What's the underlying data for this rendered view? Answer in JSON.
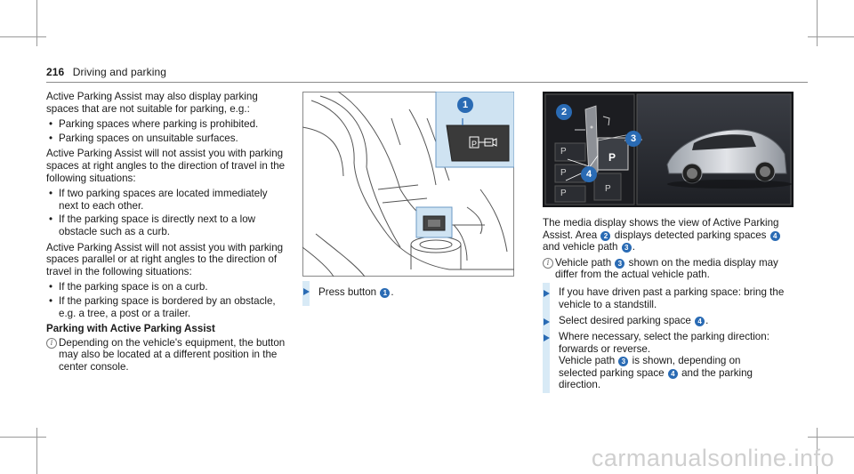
{
  "header": {
    "page_number": "216",
    "section": "Driving and parking"
  },
  "left": {
    "p1": "Active Parking Assist may also display parking spaces that are not suitable for parking, e.g.:",
    "list1": [
      "Parking spaces where parking is prohibited.",
      "Parking spaces on unsuitable surfaces."
    ],
    "p2": "Active Parking Assist will not assist you with parking spaces at right angles to the direction of travel in the following situations:",
    "list2": [
      "If two parking spaces are located immediately next to each other.",
      "If the parking space is directly next to a low obstacle such as a curb."
    ],
    "p3": "Active Parking Assist will not assist you with parking spaces parallel or at right angles to the direction of travel in the following situations:",
    "list3": [
      "If the parking space is on a curb.",
      "If the parking space is bordered by an obstacle, e.g. a tree, a post or a trailer."
    ],
    "heading": "Parking with Active Parking Assist",
    "note": "Depending on the vehicle's equipment, the button may also be located at a different position in the center console."
  },
  "middle": {
    "figure_badge": "1",
    "step": {
      "text_before": "Press button",
      "badge": "1",
      "text_after": "."
    }
  },
  "right": {
    "figure_badges": {
      "area": "2",
      "path": "3",
      "spaces": "4"
    },
    "figure_letters": [
      "P",
      "P",
      "P",
      "P",
      "P"
    ],
    "p1": {
      "a": "The media display shows the view of Active Parking Assist. Area",
      "b2": "2",
      "c": "displays detected parking spaces",
      "b4": "4",
      "d": "and vehicle path",
      "b3": "3",
      "e": "."
    },
    "note": {
      "a": "Vehicle path",
      "b3": "3",
      "c": "shown on the media display may differ from the actual vehicle path."
    },
    "step1": "If you have driven past a parking space: bring the vehicle to a standstill.",
    "step2": {
      "a": "Select desired parking space",
      "b4": "4",
      "c": "."
    },
    "step3": {
      "a": "Where necessary, select the parking direction: forwards or reverse.",
      "b": "Vehicle path",
      "b3": "3",
      "c": "is shown, depending on selected parking space",
      "b4": "4",
      "d": "and the parking direction."
    }
  },
  "footer": {
    "watermark": "carmanualsonline.info"
  },
  "colors": {
    "accent_blue": "#2a6bb4",
    "light_blue": "#d8eaf6",
    "text": "#1a1a1a"
  }
}
